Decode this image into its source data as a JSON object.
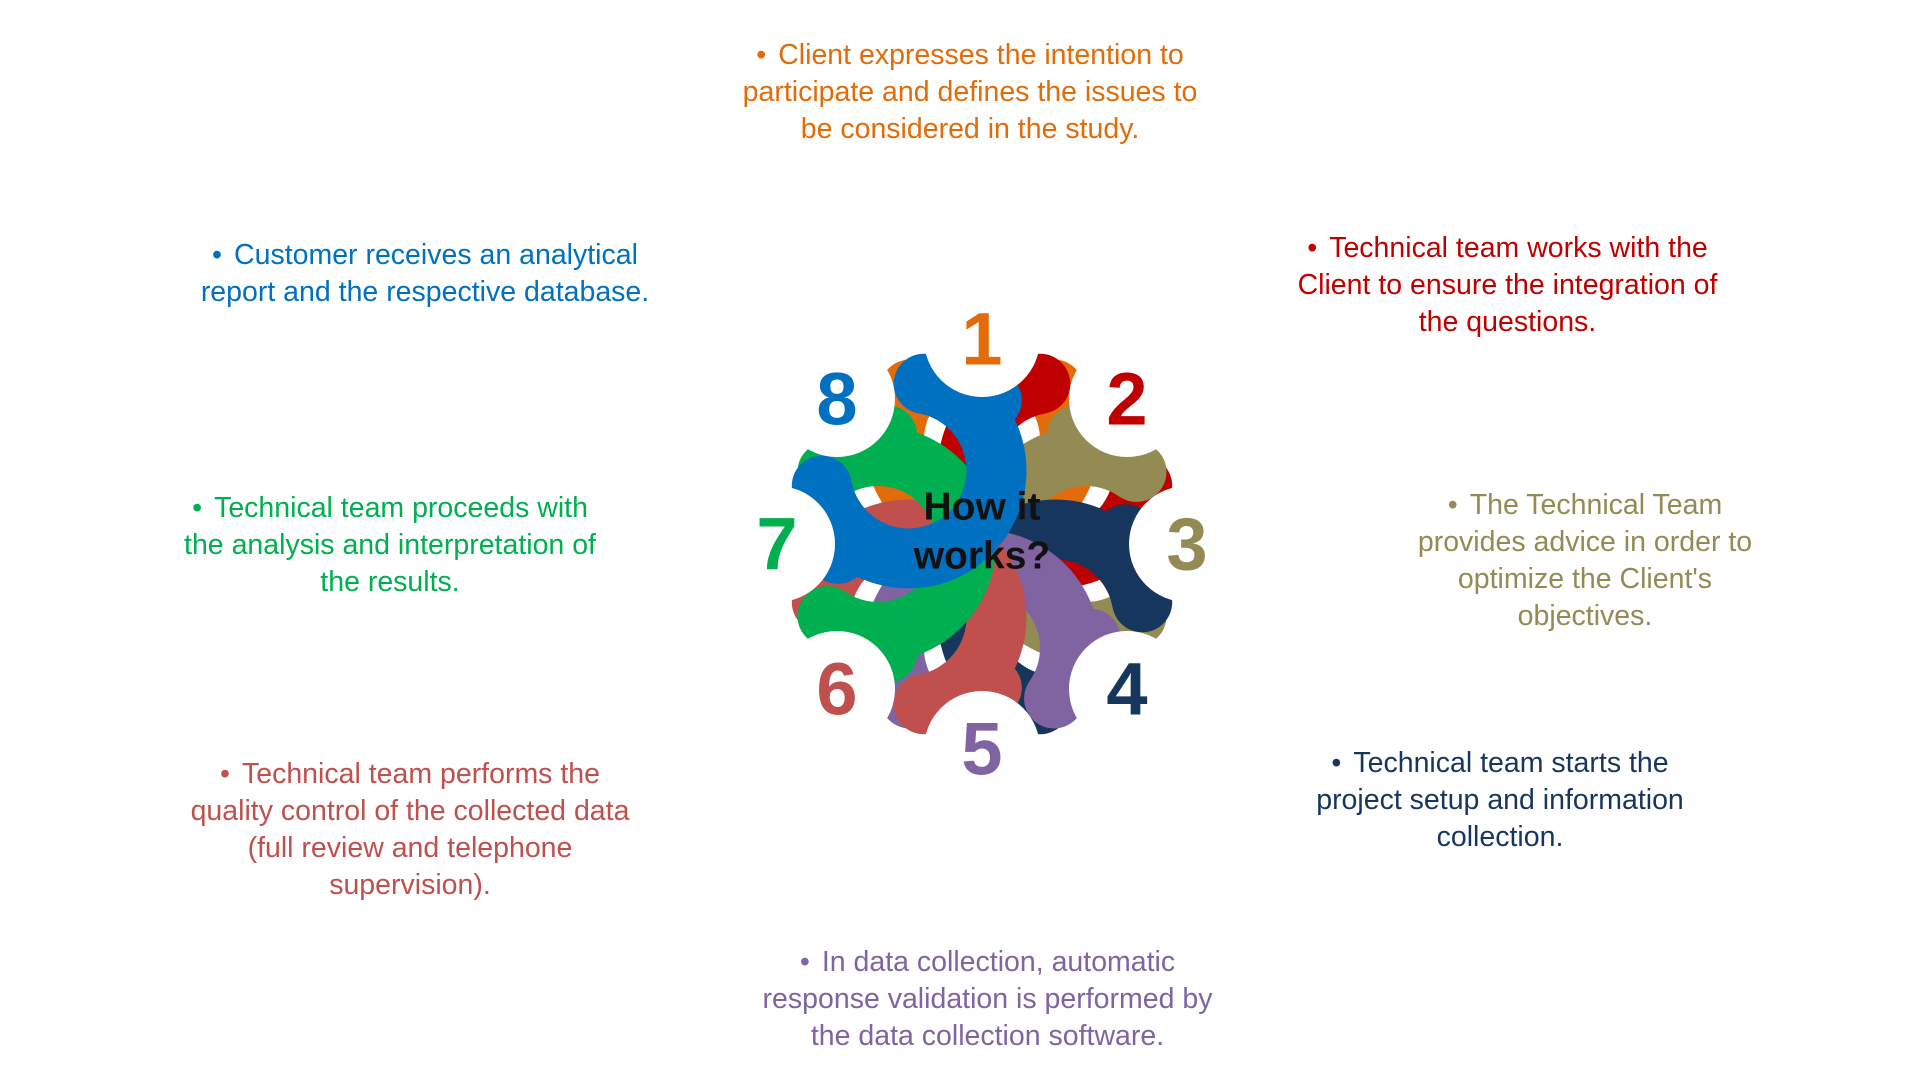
{
  "center": {
    "line1": "How it",
    "line2": "works?"
  },
  "steps": [
    {
      "number": "1",
      "color": "#E36C0A",
      "text": "Client expresses the intention to participate and defines the issues to be considered in the study."
    },
    {
      "number": "2",
      "color": "#C00000",
      "text": "Technical team works with the Client to ensure the integration of the questions."
    },
    {
      "number": "3",
      "color": "#948A54",
      "text": "The Technical Team provides advice in order to optimize the Client's objectives."
    },
    {
      "number": "4",
      "color": "#17365D",
      "text": "Technical team starts the project setup and information collection."
    },
    {
      "number": "5",
      "color": "#8064A2",
      "text": "In data collection, automatic response validation is performed by the data collection software."
    },
    {
      "number": "6",
      "color": "#C0504D",
      "text": "Technical team performs the quality control of the collected data (full review and telephone supervision)."
    },
    {
      "number": "7",
      "color": "#00B050",
      "text": "Technical team proceeds with the analysis and interpretation of the results."
    },
    {
      "number": "8",
      "color": "#0070C0",
      "text": "Customer receives an analytical report and the respective database."
    }
  ],
  "bullet_glyph": "•"
}
